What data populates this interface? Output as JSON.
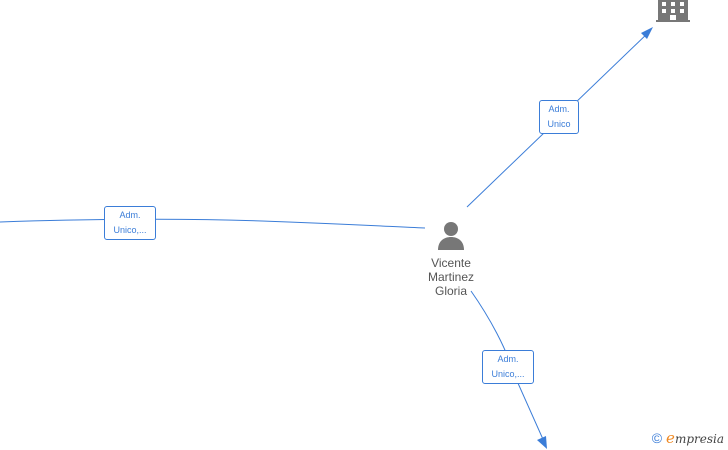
{
  "person": {
    "name_line1": "Vicente",
    "name_line2": "Martinez",
    "name_line3": "Gloria",
    "icon": "person-icon"
  },
  "company": {
    "icon": "building-icon"
  },
  "relations": [
    {
      "line1": "Adm.",
      "line2": "Unico"
    },
    {
      "line1": "Adm.",
      "line2": "Unico,..."
    },
    {
      "line1": "Adm.",
      "line2": "Unico,..."
    }
  ],
  "watermark": {
    "symbol": "©",
    "brand_initial": "e",
    "brand_rest": "mpresia"
  },
  "colors": {
    "edge": "#3b7dd8",
    "icon": "#777777",
    "brand_accent": "#f08a24"
  }
}
